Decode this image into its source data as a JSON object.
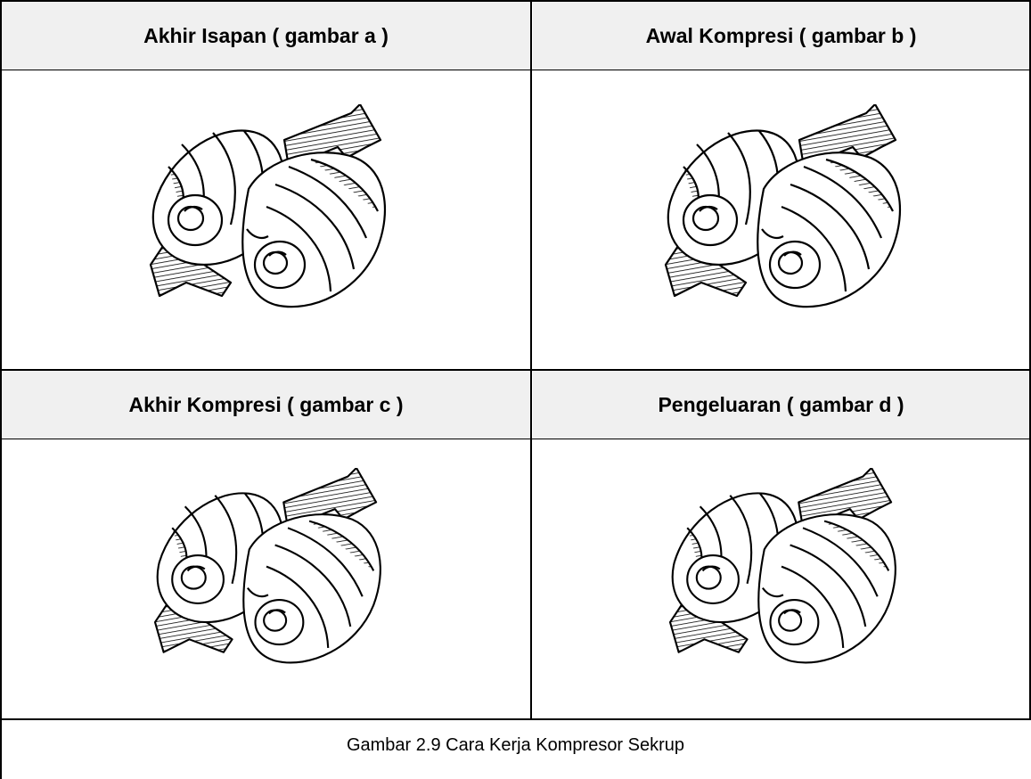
{
  "table": {
    "row1": {
      "left_header": "Akhir Isapan ( gambar a )",
      "right_header": "Awal Kompresi ( gambar b )"
    },
    "row2": {
      "left_header": "Akhir Kompresi ( gambar c )",
      "right_header": "Pengeluaran ( gambar d )"
    },
    "caption": "Gambar 2.9  Cara Kerja Kompresor Sekrup"
  },
  "figures": {
    "a": {
      "icon": "screw-compressor-illustration"
    },
    "b": {
      "icon": "screw-compressor-illustration"
    },
    "c": {
      "icon": "screw-compressor-illustration"
    },
    "d": {
      "icon": "screw-compressor-illustration"
    }
  }
}
